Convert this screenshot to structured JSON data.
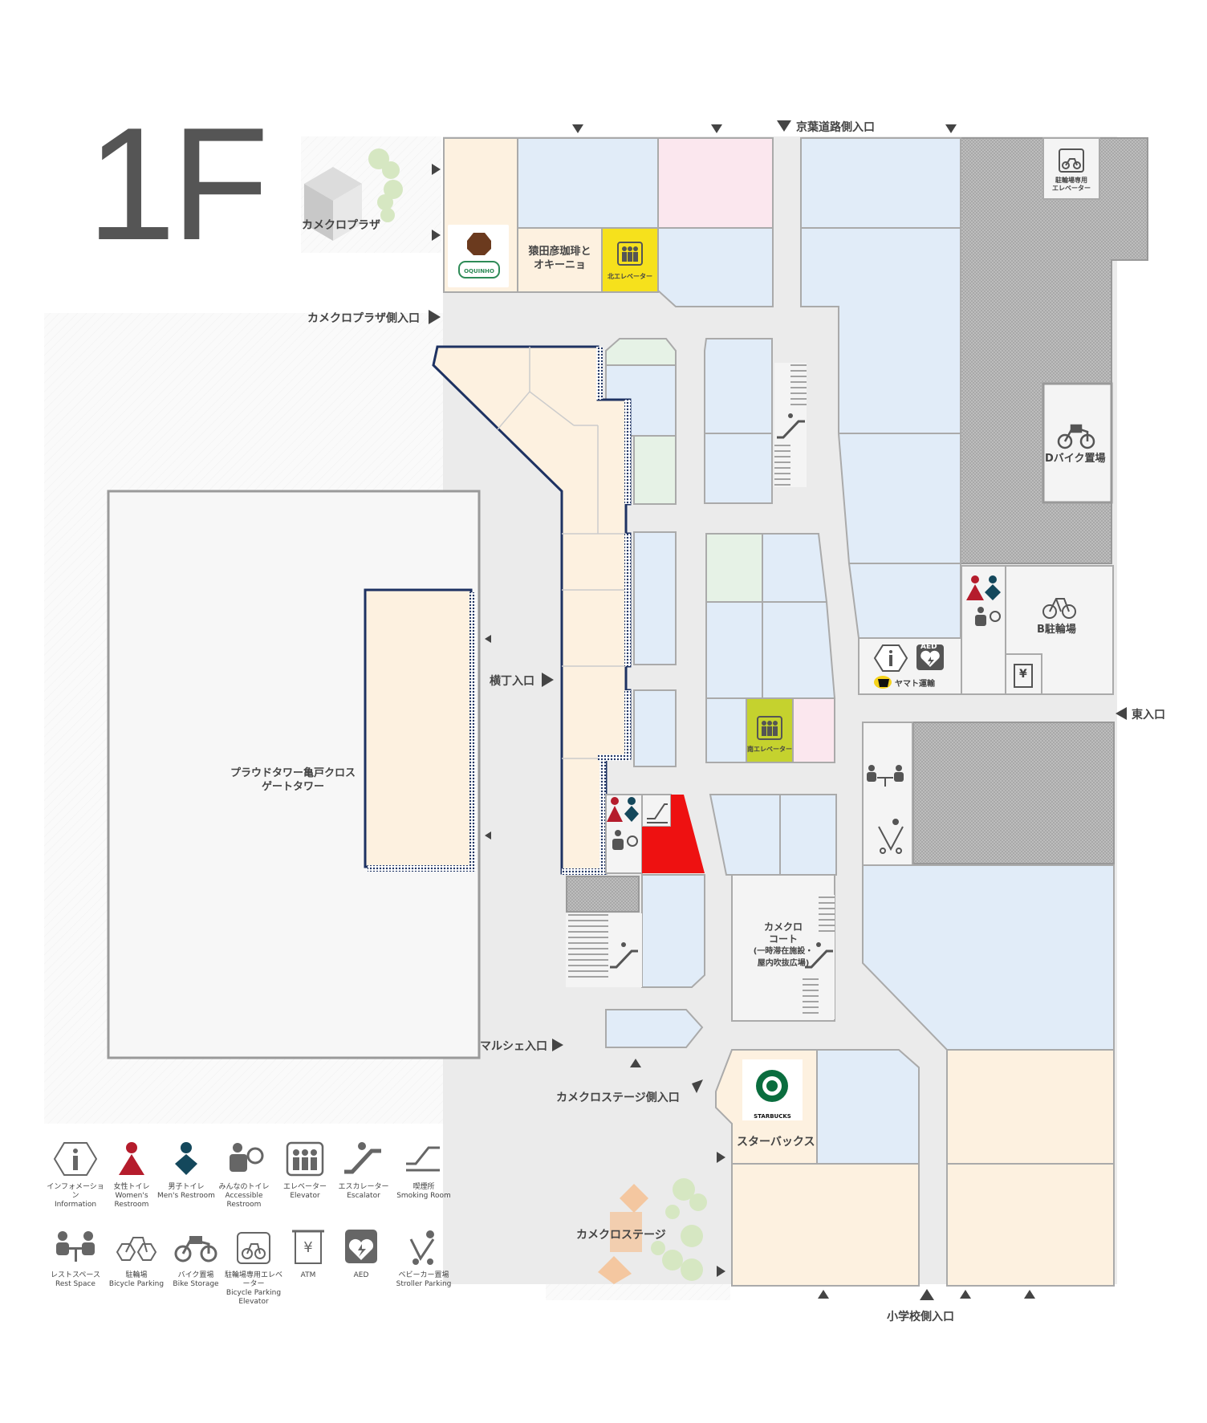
{
  "floor": {
    "label": "1F"
  },
  "entrances": {
    "keiyo_road": "京葉道路側入口",
    "kamekuro_plaza_side": "カメクロプラザ側入口",
    "yokocho": "横丁入口",
    "higashi": "東入口",
    "marche": "マルシェ入口",
    "kamekuro_stage_side": "カメクロステージ側入口",
    "elementary_school_side": "小学校側入口"
  },
  "areas": {
    "kamekuro_plaza": "カメクロプラザ",
    "tower_line1": "プラウドタワー亀戸クロス",
    "tower_line2": "ゲートタワー",
    "kamekuro_stage": "カメクロステージ",
    "court_line1": "カメクロ",
    "court_line2": "コート",
    "court_line3": "(一時滞在施設・",
    "court_line4": "屋内吹抜広場)"
  },
  "shops": {
    "sarutahiko_line1": "猿田彦珈琲と",
    "sarutahiko_line2": "オキーニョ",
    "okinho_logo": "OQUINHO",
    "starbucks": "スターバックス",
    "starbucks_logo": "STARBUCKS"
  },
  "facilities": {
    "north_elevator": "北エレベーター",
    "south_elevator": "南エレベーター",
    "bicycle_parking_elevator_line1": "駐輪場専用",
    "bicycle_parking_elevator_line2": "エレベーター",
    "d_bike_storage": "Dバイク置場",
    "b_bicycle_parking": "B駐輪場",
    "yamato": "ヤマト運輸",
    "aed": "AED",
    "atm_symbol": "¥"
  },
  "legend": [
    {
      "icon": "information-icon",
      "ja": "インフォメーション",
      "en": "Information"
    },
    {
      "icon": "womens-restroom-icon",
      "ja": "女性トイレ",
      "en": "Women's Restroom"
    },
    {
      "icon": "mens-restroom-icon",
      "ja": "男子トイレ",
      "en": "Men's Restroom"
    },
    {
      "icon": "accessible-restroom-icon",
      "ja": "みんなのトイレ",
      "en": "Accessible Restroom"
    },
    {
      "icon": "elevator-icon",
      "ja": "エレベーター",
      "en": "Elevator"
    },
    {
      "icon": "escalator-icon",
      "ja": "エスカレーター",
      "en": "Escalator"
    },
    {
      "icon": "smoking-room-icon",
      "ja": "喫煙所",
      "en": "Smoking Room"
    },
    {
      "icon": "rest-space-icon",
      "ja": "レストスペース",
      "en": "Rest Space"
    },
    {
      "icon": "bicycle-parking-icon",
      "ja": "駐輪場",
      "en": "Bicycle Parking"
    },
    {
      "icon": "bike-storage-icon",
      "ja": "バイク置場",
      "en": "Bike Storage"
    },
    {
      "icon": "bicycle-parking-elevator-icon",
      "ja": "駐輪場専用エレベーター",
      "en": "Bicycle Parking Elevator"
    },
    {
      "icon": "atm-icon",
      "ja": "",
      "en": "ATM"
    },
    {
      "icon": "aed-icon",
      "ja": "",
      "en": "AED"
    },
    {
      "icon": "stroller-parking-icon",
      "ja": "ベビーカー置場",
      "en": "Stroller Parking"
    }
  ],
  "colors": {
    "shop_blue": "#e1ecf8",
    "shop_beige": "#fdf1e0",
    "shop_pink": "#fbe7ee",
    "shop_green": "#e6f2e6",
    "corridor": "#ebebeb",
    "elevator_yellow": "#f6e11c",
    "elevator_lime": "#c5d22e",
    "smoking_red": "#ee1111",
    "navy_outline": "#1e3262",
    "womens_red": "#b51c2c",
    "mens_navy": "#14485c"
  }
}
